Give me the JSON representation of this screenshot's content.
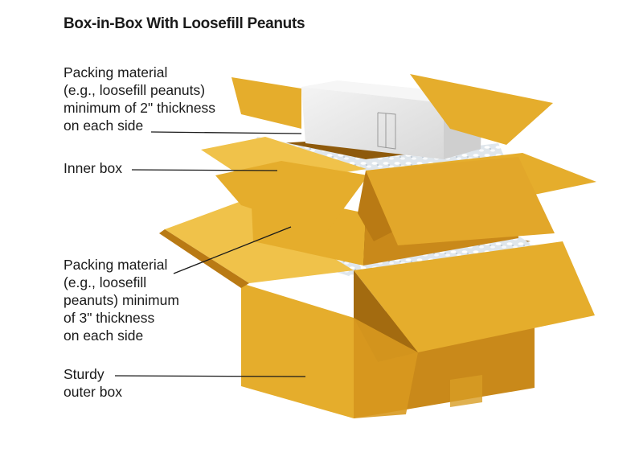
{
  "diagram": {
    "title": "Box-in-Box With Loosefill Peanuts",
    "labels": {
      "packing_top": [
        "Packing material",
        "(e.g., loosefill peanuts)",
        "minimum of 2\" thickness",
        "on each side"
      ],
      "inner_box": [
        "Inner box"
      ],
      "packing_bottom": [
        "Packing material",
        "(e.g., loosefill",
        "peanuts) minimum",
        "of 3\" thickness",
        "on each side"
      ],
      "outer_box": [
        "Sturdy",
        "outer box"
      ]
    },
    "colors": {
      "cardboard": "#e5ad2c",
      "cardboard_light": "#f0c24a",
      "cardboard_dark": "#b97a14",
      "cardboard_shadow": "#8e5a0c",
      "peanuts": "#eef2f5",
      "leader_line": "#1a1a1a"
    }
  }
}
